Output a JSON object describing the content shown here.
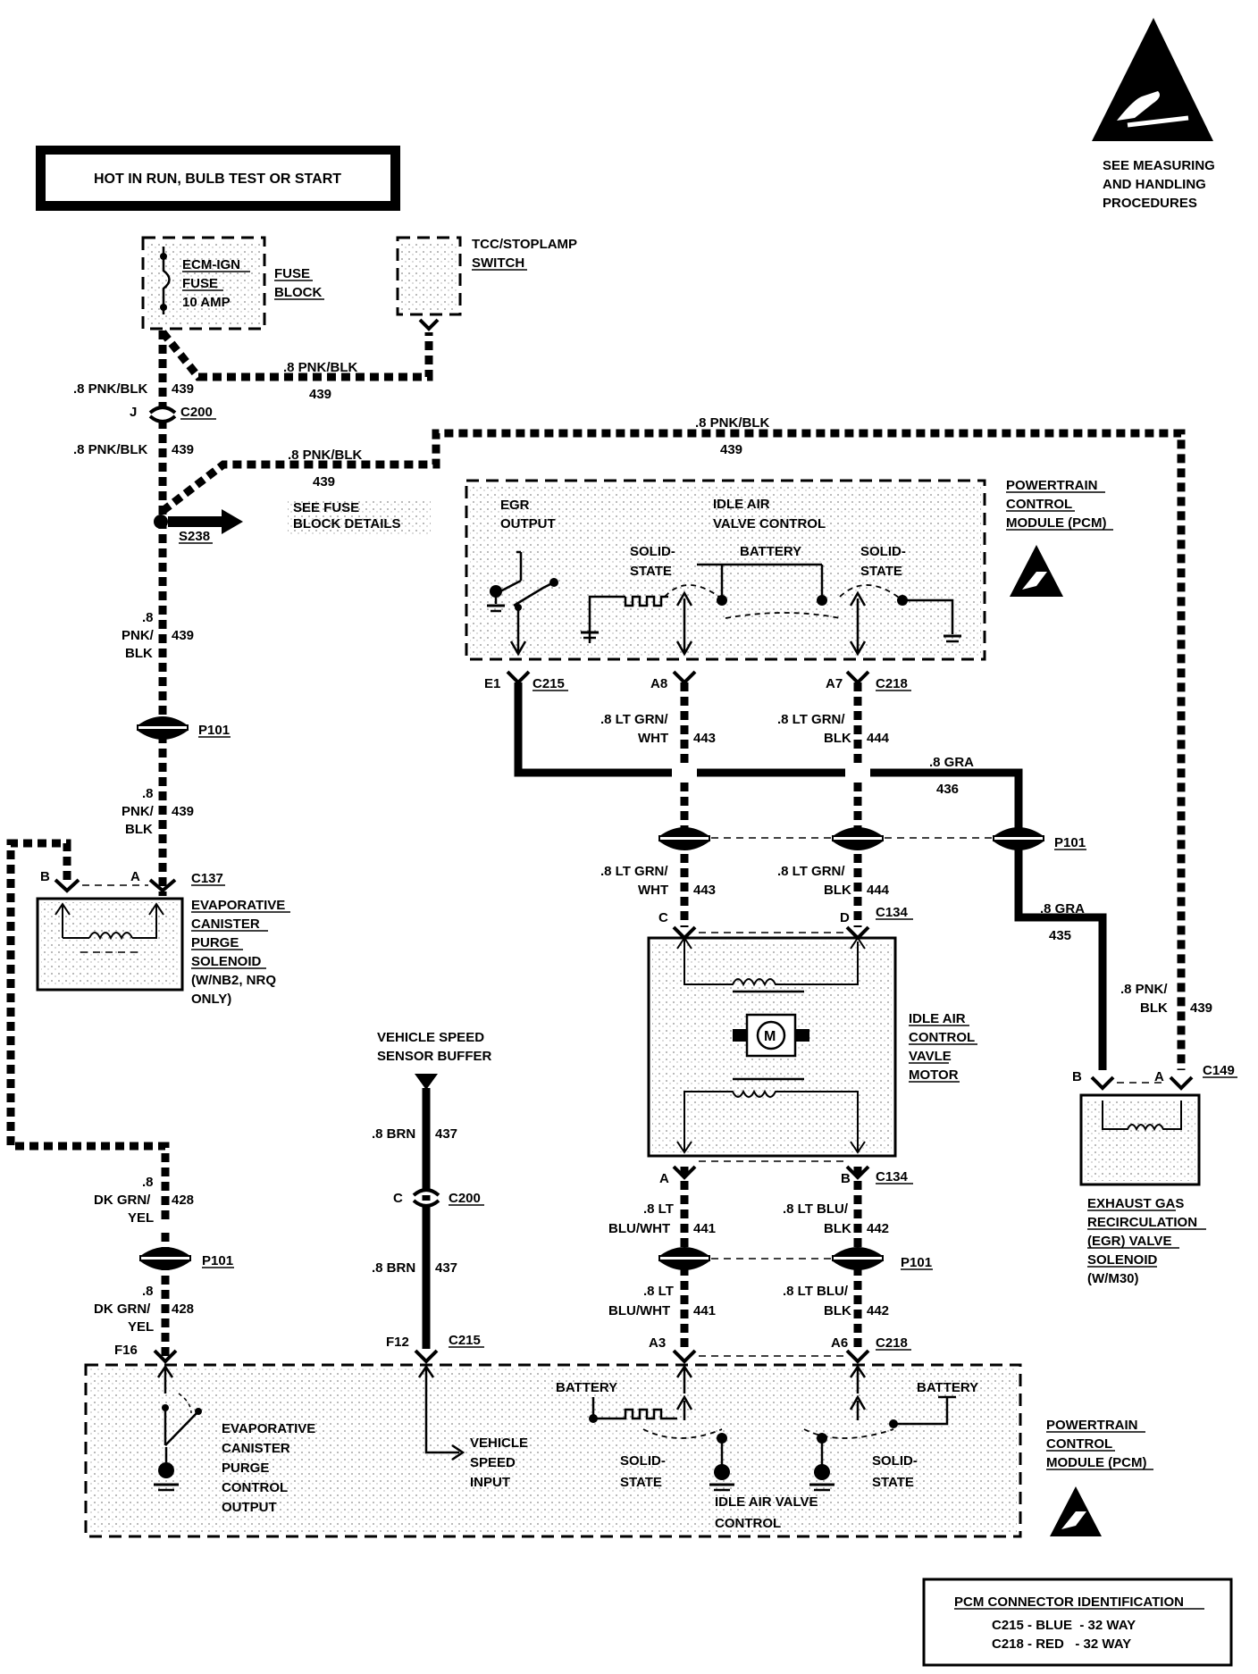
{
  "banner": "HOT IN RUN, BULB TEST OR START",
  "esd_note": [
    "SEE MEASURING",
    "AND HANDLING",
    "PROCEDURES"
  ],
  "fuse": {
    "lines": [
      "ECM-IGN",
      "FUSE",
      "10 AMP"
    ],
    "block": [
      "FUSE",
      "BLOCK"
    ]
  },
  "tcc_switch": [
    "TCC/STOPLAMP",
    "SWITCH"
  ],
  "wires": {
    "w439_a": ".8 PNK/BLK",
    "c439": "439",
    "w439_top": ".8 PNK/BLK",
    "w439_top2": ".8 PNK/BLK",
    "w439_right": ".8 PNK/BLK",
    "w_pnk_stack": [
      ".8",
      "PNK/",
      "BLK"
    ],
    "w_pnk_right": [
      ".8 PNK/",
      "BLK"
    ],
    "w443": [
      ".8 LT GRN/",
      "WHT"
    ],
    "c443": "443",
    "w444": [
      ".8 LT GRN/",
      "BLK"
    ],
    "c444": "444",
    "w436": ".8 GRA",
    "c436": "436",
    "w435": ".8 GRA",
    "c435": "435",
    "w428": [
      ".8",
      "DK GRN/",
      "YEL"
    ],
    "c428": "428",
    "w437": ".8 BRN",
    "c437": "437",
    "w441": [
      ".8 LT",
      "BLU/WHT"
    ],
    "c441": "441",
    "w442": [
      ".8 LT BLU/",
      "BLK"
    ],
    "c442": "442"
  },
  "connectors": {
    "c200": "C200",
    "j": "J",
    "c": "C",
    "s238": "S238",
    "fuse_details": [
      "SEE FUSE",
      "BLOCK DETAILS"
    ],
    "p101": "P101",
    "c137": "C137",
    "b": "B",
    "a": "A",
    "c215": "C215",
    "c218": "C218",
    "e1": "E1",
    "a8": "A8",
    "a7": "A7",
    "c134": "C134",
    "d": "D",
    "c149": "C149",
    "f16": "F16",
    "f12": "F12",
    "a3": "A3",
    "a6": "A6"
  },
  "pcm": {
    "title": [
      "POWERTRAIN",
      "CONTROL",
      "MODULE (PCM)"
    ],
    "egr_output": [
      "EGR",
      "OUTPUT"
    ],
    "iac": [
      "IDLE AIR",
      "VALVE CONTROL"
    ],
    "battery": "BATTERY",
    "solid_state": [
      "SOLID-",
      "STATE"
    ]
  },
  "pcm_bottom": {
    "title": [
      "POWERTRAIN",
      "CONTROL",
      "MODULE (PCM)"
    ],
    "evap_output": [
      "EVAPORATIVE",
      "CANISTER",
      "PURGE",
      "CONTROL",
      "OUTPUT"
    ],
    "vss_input": [
      "VEHICLE",
      "SPEED",
      "INPUT"
    ],
    "battery": "BATTERY",
    "solid_state": [
      "SOLID-",
      "STATE"
    ],
    "iac": [
      "IDLE AIR VALVE",
      "CONTROL"
    ]
  },
  "evap_solenoid": [
    "EVAPORATIVE",
    "CANISTER",
    "PURGE",
    "SOLENOID",
    "(W/NB2, NRQ",
    "ONLY)"
  ],
  "vss_buffer": [
    "VEHICLE SPEED",
    "SENSOR BUFFER"
  ],
  "iac_motor": [
    "IDLE AIR",
    "CONTROL",
    "VAVLE",
    "MOTOR"
  ],
  "motor_symbol": "M",
  "egr_solenoid": [
    "EXHAUST GAS",
    "RECIRCULATION",
    "(EGR) VALVE",
    "SOLENOID",
    "(W/M30)"
  ],
  "pcm_id": {
    "title": "PCM CONNECTOR IDENTIFICATION",
    "rows": [
      "C215 - BLUE  - 32 WAY",
      "C218 - RED   - 32 WAY"
    ]
  }
}
